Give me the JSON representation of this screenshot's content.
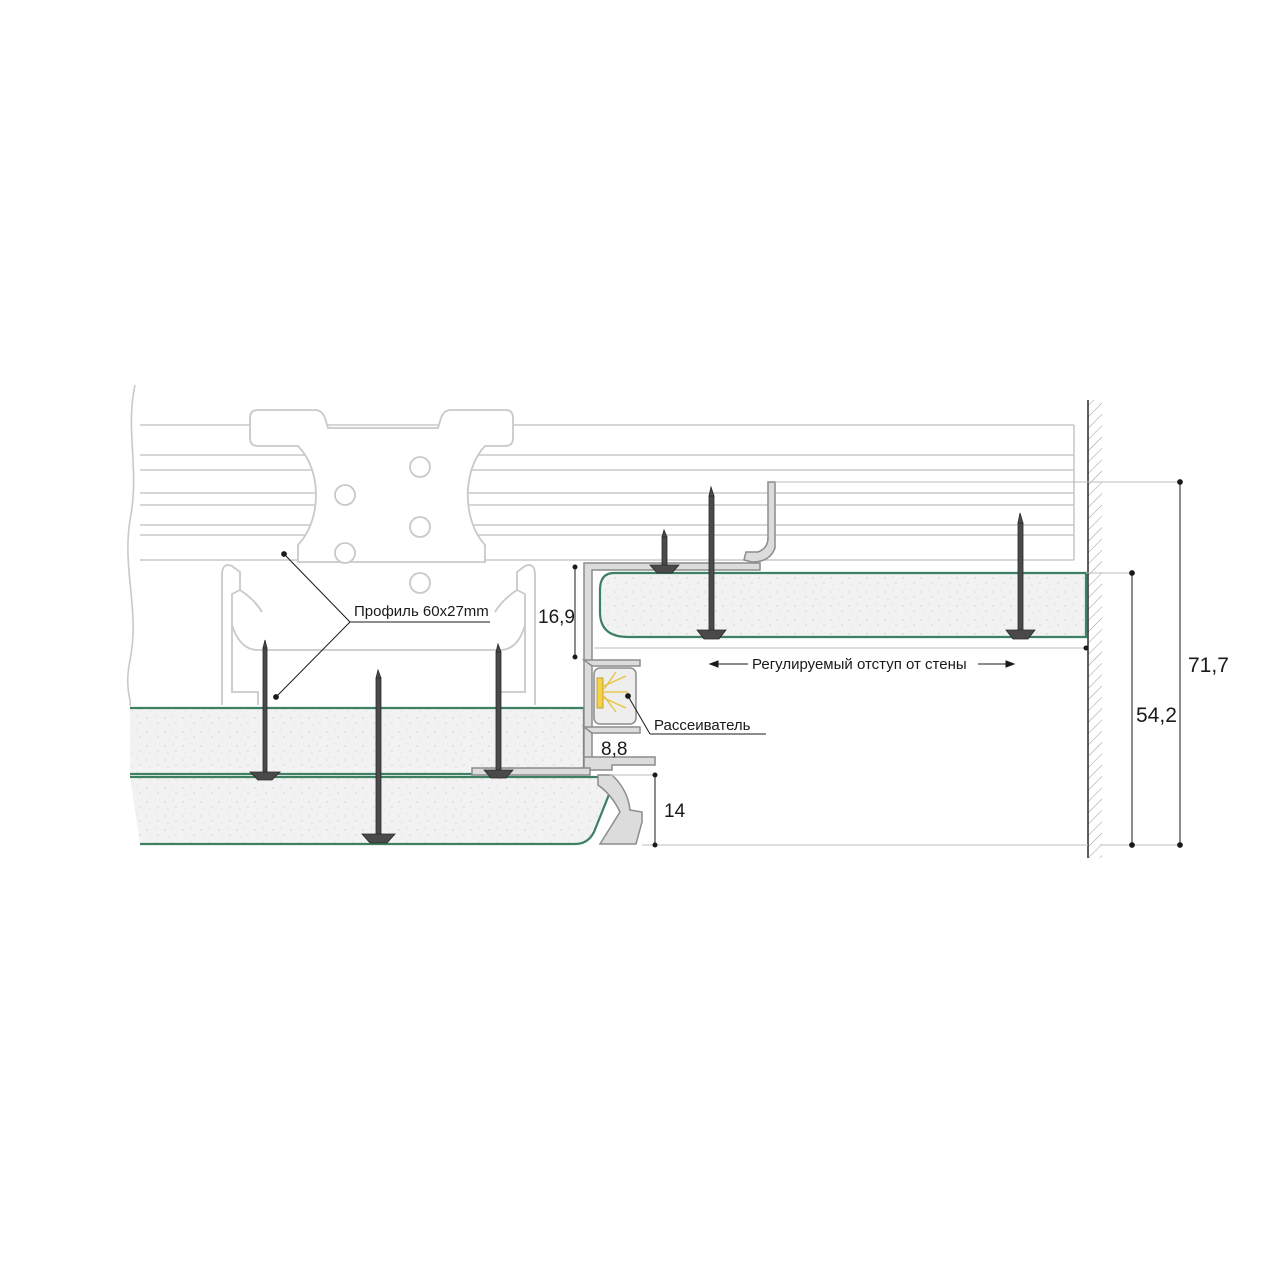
{
  "labels": {
    "profile": "Профиль 60x27mm",
    "offset": "Регулируемый отступ от стены",
    "diffuser": "Рассеиватель"
  },
  "dimensions": {
    "d1": "16,9",
    "d2": "8,8",
    "d3": "14",
    "d4": "54,2",
    "d5": "71,7"
  },
  "colors": {
    "board_edge": "#3f7f62",
    "board_fill": "#f2f2f2",
    "outline": "#c9c9c9",
    "aluminium": "#dcdcdc",
    "line": "#1a1a1a",
    "screw": "#4a4a4a",
    "led": "#f3d24a"
  }
}
